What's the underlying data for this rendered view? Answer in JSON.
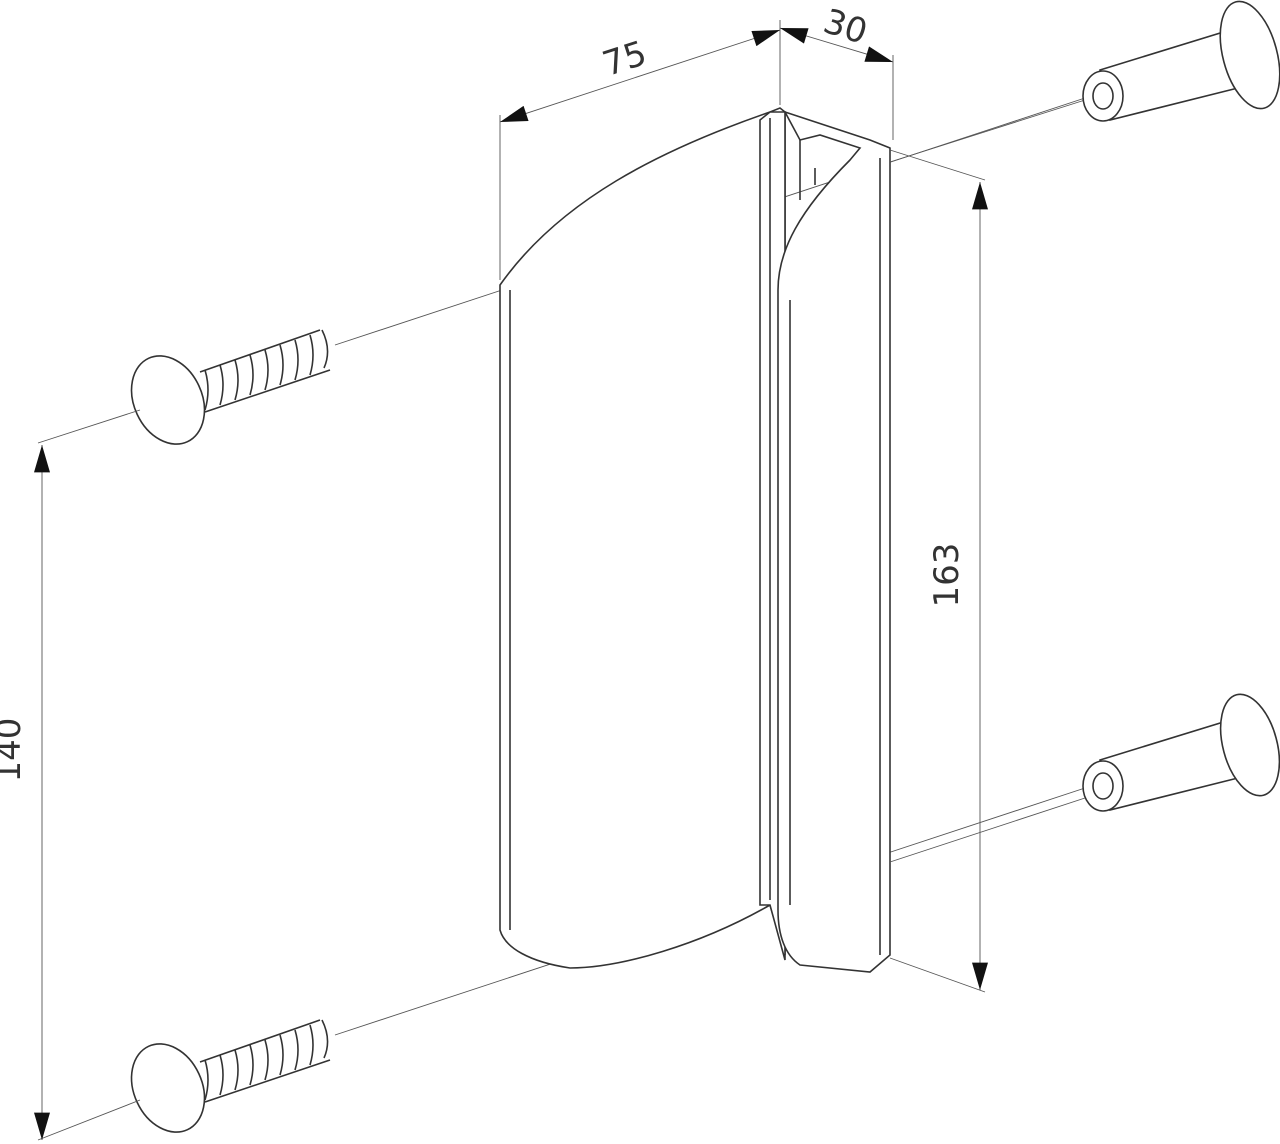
{
  "drawing": {
    "dimensions": {
      "width": "75",
      "depth": "30",
      "height": "163",
      "hole_spacing": "140"
    }
  }
}
